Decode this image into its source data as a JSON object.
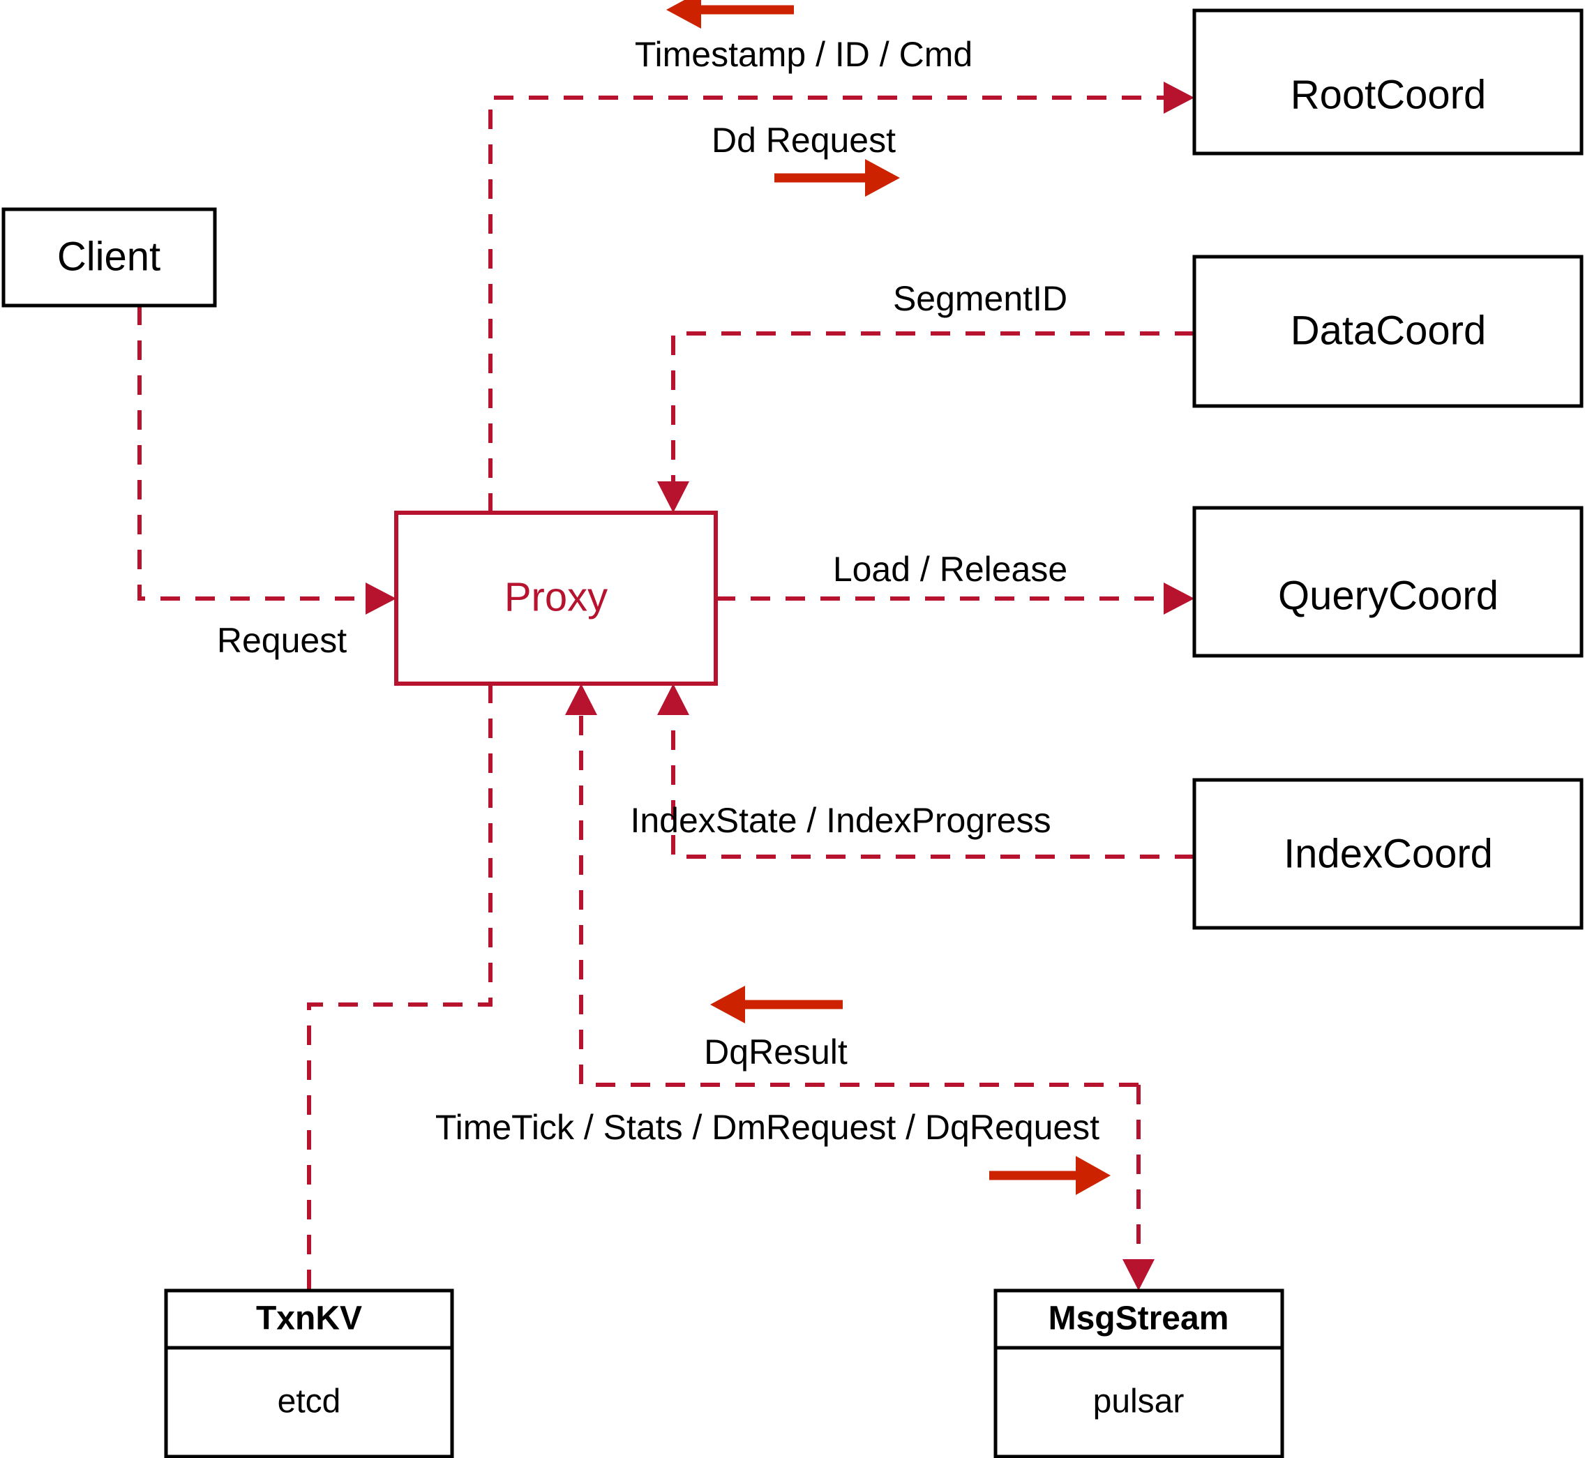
{
  "diagram": {
    "title": "Milvus Proxy interaction diagram",
    "accent_color": "#b7122e",
    "deco_arrow_color": "#cc2200",
    "node_border_color": "#000000",
    "background": "#ffffff"
  },
  "nodes": {
    "client": {
      "label": "Client"
    },
    "proxy": {
      "label": "Proxy"
    },
    "root_coord": {
      "label": "RootCoord"
    },
    "data_coord": {
      "label": "DataCoord"
    },
    "query_coord": {
      "label": "QueryCoord"
    },
    "index_coord": {
      "label": "IndexCoord"
    },
    "txnkv": {
      "label": "TxnKV",
      "sub": "etcd"
    },
    "msgstream": {
      "label": "MsgStream",
      "sub": "pulsar"
    }
  },
  "edges": [
    {
      "id": "client-request",
      "label": "Request",
      "from": "Client",
      "to": "Proxy"
    },
    {
      "id": "rootcoord-dd",
      "label": "Dd Request",
      "from": "Proxy",
      "to": "RootCoord"
    },
    {
      "id": "rootcoord-ts",
      "label": "Timestamp / ID / Cmd",
      "from": "RootCoord",
      "to": "Proxy"
    },
    {
      "id": "datacoord-segid",
      "label": "SegmentID",
      "from": "DataCoord",
      "to": "Proxy"
    },
    {
      "id": "querycoord-load",
      "label": "Load / Release",
      "from": "Proxy",
      "to": "QueryCoord"
    },
    {
      "id": "indexcoord-state",
      "label": "IndexState / IndexProgress",
      "from": "IndexCoord",
      "to": "Proxy"
    },
    {
      "id": "msgstream-dqresult",
      "label": "DqResult",
      "from": "MsgStream",
      "to": "Proxy"
    },
    {
      "id": "msgstream-timetick",
      "label": "TimeTick / Stats / DmRequest / DqRequest",
      "from": "Proxy",
      "to": "MsgStream"
    },
    {
      "id": "txnkv-link",
      "label": "",
      "from": "Proxy",
      "to": "TxnKV"
    }
  ],
  "labels": {
    "timestamp_id_cmd": "Timestamp / ID / Cmd",
    "dd_request": "Dd Request",
    "segment_id": "SegmentID",
    "load_release": "Load / Release",
    "index_state_progress": "IndexState / IndexProgress",
    "request": "Request",
    "dq_result": "DqResult",
    "timetick_stats": "TimeTick / Stats / DmRequest / DqRequest"
  }
}
